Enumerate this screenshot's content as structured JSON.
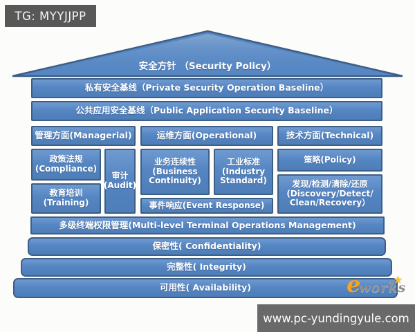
{
  "header": {
    "tg_label": "TG: MYYJJPP"
  },
  "colors": {
    "block_fill": "#5586c3",
    "block_border": "#3d5e86",
    "tg_label_bg": "#585858",
    "url_bar_bg": "#696969",
    "text": "#ffffff",
    "watermark_orange": "#f6a325",
    "watermark_gray": "#8f8f8f"
  },
  "house": {
    "roof": "安全方针 （Security Policy）",
    "private_baseline": "私有安全基线（Private Security Operation Baseline）",
    "public_baseline": "公共应用安全基线（Public Application Security Baseline）",
    "managerial": "管理方面(Managerial)",
    "operational": "运维方面(Operational)",
    "technical": "技术方面(Technical)",
    "compliance": {
      "zh": "政策法规",
      "en": "(Compliance)"
    },
    "training": {
      "zh": "教育培训",
      "en": "(Training)"
    },
    "audit": {
      "zh": "审计",
      "en": "(Audit)"
    },
    "business_continuity": {
      "zh": "业务连续性",
      "en1": "(Business",
      "en2": "Continuity)"
    },
    "industry_standard": {
      "zh": "工业标准",
      "en1": "(Industry",
      "en2": "Standard)"
    },
    "event_response": "事件响应(Event Response)",
    "policy": "策略(Policy)",
    "discovery": {
      "line1": "发现/检测/清除/还原",
      "line2": "(Discovery/Detect/",
      "line3": "Clean/Recovery）"
    },
    "multilevel": "多级终端权限管理(Multi-level Terminal Operations Management)",
    "confidentiality": "保密性( Confidentiality)",
    "integrity": "完整性( Integrity)",
    "availability": "可用性( Availability)"
  },
  "watermark": {
    "e": "e",
    "works": "works",
    "star": "★"
  },
  "footer": {
    "url": "www.pc-yundingyule.com"
  }
}
